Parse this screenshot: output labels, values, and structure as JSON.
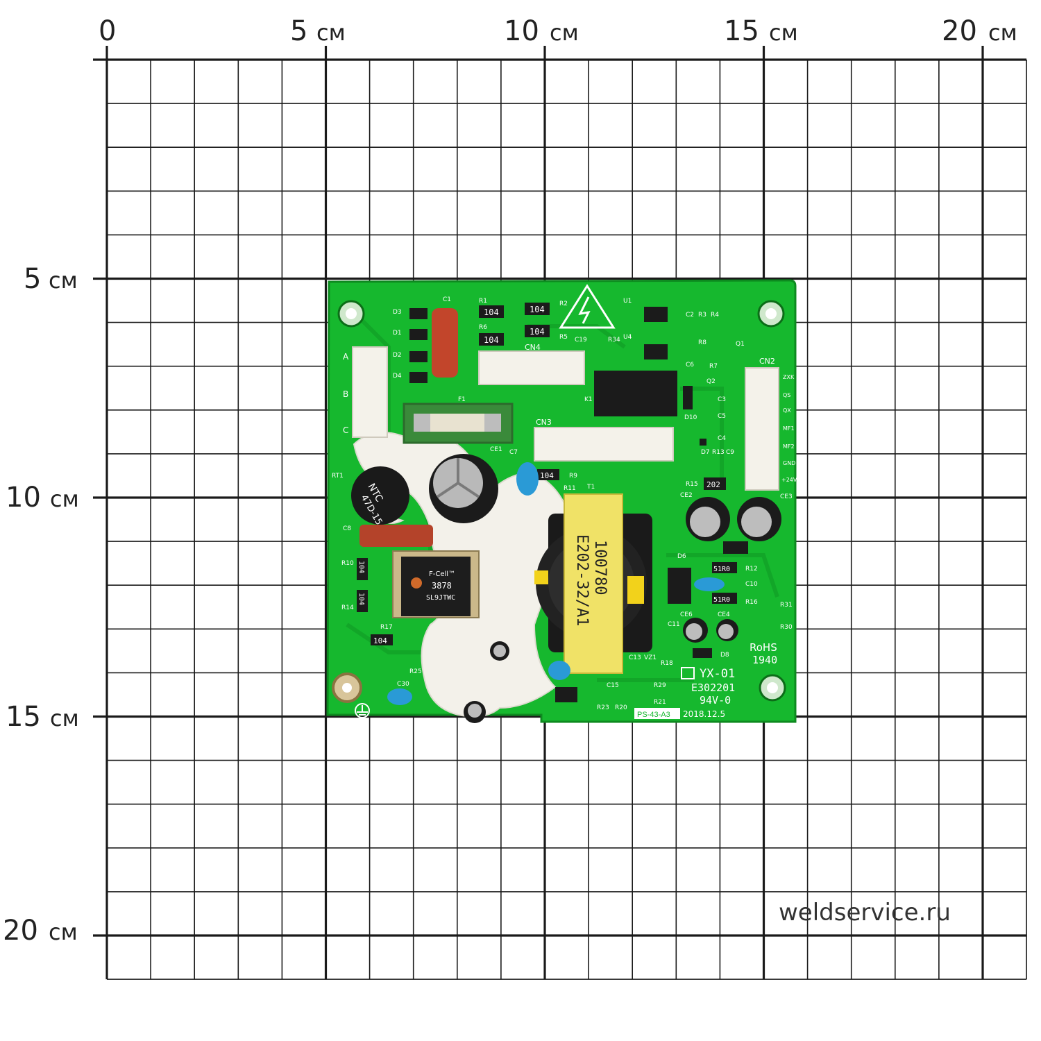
{
  "ruler": {
    "unit": "см",
    "x_labels": [
      "0",
      "5",
      "10",
      "15",
      "20"
    ],
    "y_labels": [
      "5",
      "10",
      "15",
      "20"
    ]
  },
  "watermark": "weldservice.ru",
  "board": {
    "transformer_line1": "100780",
    "transformer_line2": "E202-32/A1",
    "model": "YX-01",
    "cert": "E302201",
    "rating": "94V-0",
    "rohs": "RoHS",
    "rohs_code": "1940",
    "part_no": "PS-43-A3",
    "date": "2018.12.5",
    "ntc_line1": "NTC",
    "ntc_line2": "47D-15",
    "mosfet_brand": "F-Cell™",
    "mosfet_code1": "3878",
    "mosfet_code2": "SL9JTWC",
    "resistor_code": "104",
    "resistor_code_202": "202",
    "resistor_code_51r0": "51R0",
    "connectors": [
      "CN4",
      "CN3",
      "CN2"
    ],
    "cn2_pins": [
      "ZXK",
      "QS",
      "QX",
      "MF1",
      "MF2",
      "GND",
      "+24V"
    ],
    "conn_abc": [
      "A",
      "B",
      "C"
    ],
    "refs": [
      "D3",
      "D1",
      "D2",
      "D4",
      "C1",
      "R1",
      "R6",
      "R2",
      "R5",
      "C19",
      "R34",
      "U4",
      "U1",
      "C2",
      "R3",
      "R4",
      "R8",
      "Q1",
      "C6",
      "R7",
      "Q2",
      "C3",
      "C5",
      "C4",
      "D7",
      "R13",
      "C9",
      "R15",
      "CE2",
      "CE3",
      "K1",
      "D10",
      "F1",
      "CE1",
      "C7",
      "R9",
      "R11",
      "T1",
      "RT1",
      "C8",
      "R10",
      "R14",
      "R17",
      "R25",
      "C30",
      "D6",
      "R12",
      "C10",
      "R16",
      "R31",
      "R30",
      "CE6",
      "CE4",
      "C11",
      "D8",
      "R18",
      "VZ1",
      "C13",
      "R29",
      "C15",
      "R23",
      "R20",
      "R21"
    ]
  }
}
